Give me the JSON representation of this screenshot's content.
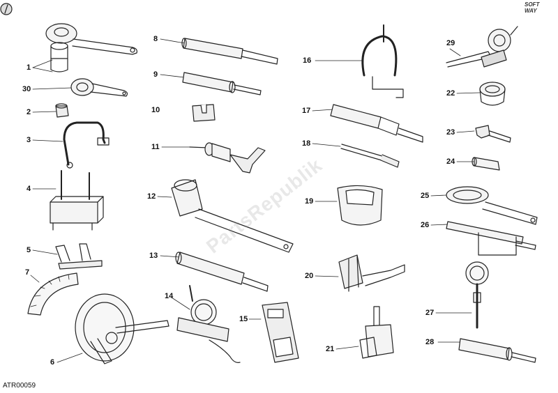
{
  "diagram": {
    "header_symbol": "circle-slash-icon",
    "brand_logo_lines": [
      "SOFT",
      "WAY"
    ],
    "watermark": "PartsRepublik",
    "drawing_code": "ATR00059",
    "labels": [
      "1",
      "30",
      "2",
      "3",
      "4",
      "5",
      "7",
      "6",
      "8",
      "9",
      "10",
      "11",
      "12",
      "13",
      "14",
      "15",
      "16",
      "17",
      "18",
      "19",
      "20",
      "21",
      "29",
      "22",
      "23",
      "24",
      "25",
      "26",
      "27",
      "28"
    ]
  }
}
